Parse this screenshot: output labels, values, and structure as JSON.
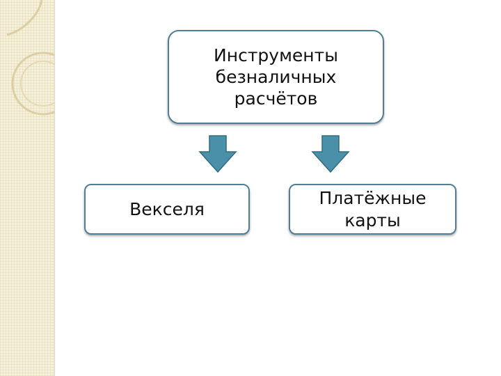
{
  "diagram": {
    "root": {
      "label": "Инструменты\nбезналичных\nрасчётов"
    },
    "children": [
      {
        "label": "Векселя"
      },
      {
        "label": "Платёжные\nкарты"
      }
    ]
  },
  "colors": {
    "box_border": "#4f7e96",
    "arrow_fill": "#4a90a8",
    "arrow_stroke": "#2f6c80",
    "strip_background": "#f6f1da"
  },
  "icons": {
    "connector": "down-arrow-icon"
  }
}
